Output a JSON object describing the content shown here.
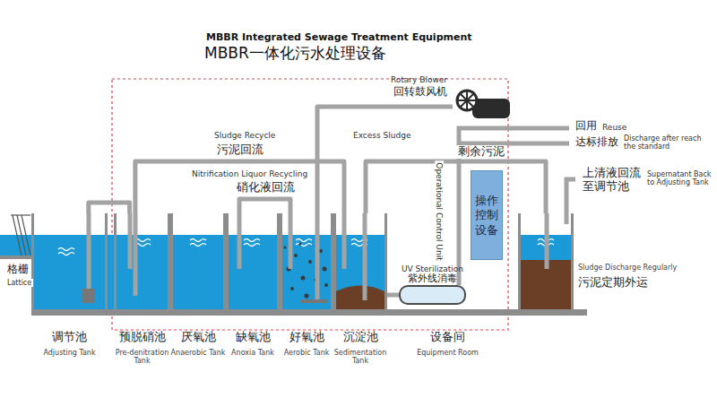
{
  "diagram": {
    "title": "MBBR Integrated Sewage Treatment Equipment",
    "nodes": [
      {
        "text": [
          "调节池",
          "Adjusting Tank"
        ]
      },
      {
        "text": [
          "预脱硝池",
          "Pre-denitration Tank"
        ]
      },
      {
        "text": [
          "厌氧池",
          "Anaerobic Tank"
        ]
      },
      {
        "text": [
          "缺氧池",
          "Anoxia Tank"
        ]
      },
      {
        "text": [
          "好氧池",
          "Aerobic Tank"
        ]
      },
      {
        "text": [
          "沉淀池",
          "Sedimentation Tank"
        ]
      },
      {
        "text": [
          "设备间",
          "Equipment Room"
        ]
      },
      {
        "text": [
          "操作控制设备"
        ],
        "in": 6
      },
      {
        "text": [
          "UV Sterilization",
          "紫外线消毒"
        ],
        "in": 6
      },
      {
        "text": [
          "Sludge Discharge Regularly",
          "污泥定期外运"
        ]
      },
      {
        "text": [
          "Rotary Blower",
          "回转鼓风机"
        ]
      }
    ],
    "edges": [
      {
        "from": 0,
        "to": 1,
        "arrow": "none"
      },
      {
        "from": 5,
        "to": 1,
        "label": "污泥回流",
        "arrow": "none"
      },
      {
        "from": 4,
        "to": 3,
        "label": "硝化液回流",
        "arrow": "none"
      },
      {
        "from": 10,
        "to": 4,
        "arrow": "none"
      },
      {
        "from": 5,
        "to": 9,
        "label": "剩余污泥",
        "arrow": "none"
      },
      {
        "from": 5,
        "to": 8,
        "arrow": "none"
      }
    ],
    "labels": [
      "MBBR一体化污水处理设备",
      "Sludge Recycle",
      "Nitrification Liquor Recycling",
      "Excess Sludge",
      "Operational Control Unit",
      "回用",
      "Reuse",
      "达标排放",
      "Discharge after reach the standard",
      "上清液回流至调节池",
      "Supernatant Back to Adjusting Tank",
      "格栅",
      "Lattice"
    ]
  }
}
